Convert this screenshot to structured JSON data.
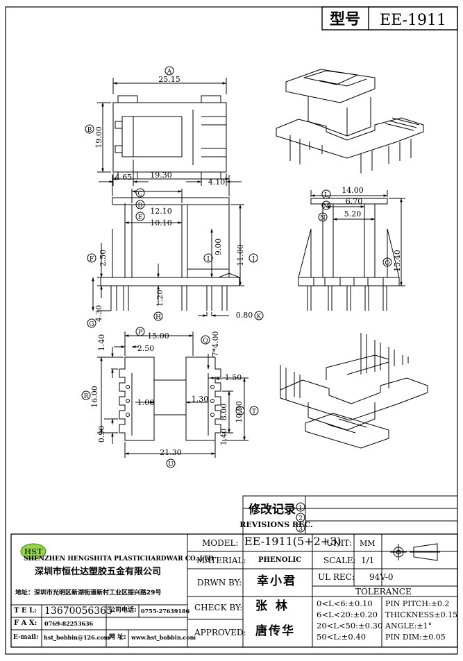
{
  "header": {
    "type_label": "型号",
    "model_code": "EE-1911"
  },
  "top_view": {
    "marker_a": "A",
    "dim_a": "25.15",
    "marker_b": "B",
    "dim_b": "19.00",
    "dim_left": "4.65",
    "dim_right": "4.10"
  },
  "front_view": {
    "marker_c": "C",
    "dim_c": "19.30",
    "marker_d": "D",
    "dim_d": "12.10",
    "marker_e": "E",
    "dim_e": "10.10",
    "marker_f": "F",
    "dim_f": "2.50",
    "marker_g": "G",
    "dim_g": "4.30",
    "marker_h": "H",
    "dim_h": "1.20",
    "marker_i": "I",
    "dim_i": "9.00",
    "marker_j": "J",
    "dim_j": "11.00",
    "marker_k": "K",
    "dim_k": "0.80"
  },
  "side_view": {
    "marker_l": "L",
    "dim_l": "14.00",
    "marker_m": "M",
    "dim_m": "6.70",
    "marker_n": "N",
    "dim_n": "5.20",
    "marker_o": "O",
    "dim_o": "15.40"
  },
  "bottom_view": {
    "marker_p": "P",
    "dim_p": "15.00",
    "marker_q": "Q",
    "dim_q": "7*4.00",
    "dim_140_top": "1.40",
    "dim_250": "2.50",
    "dim_150": "1.50",
    "marker_r": "R",
    "dim_r": "16.00",
    "dim_100": "1.00",
    "dim_130": "1.30",
    "marker_s": "S",
    "dim_s": "8.00",
    "marker_t": "T",
    "dim_t": "10.90",
    "dim_090": "0.90",
    "dim_140_bot": "1.40",
    "marker_u": "U",
    "dim_u": "21.30"
  },
  "revisions": {
    "title_cn": "修改记录",
    "title_en": "REVISIONS REC.",
    "r1": "1",
    "r2": "2",
    "r3": "3"
  },
  "company": {
    "logo": "HST",
    "name_en": "SHENZHEN HENGSHITA PLASTICHARDWAR CO.,LTD",
    "name_cn": "深圳市恒仕达塑胶五金有限公司",
    "address": "地址：深圳市光明区新湖街道新村工业区振兴路29号",
    "tel_label": "T E L:",
    "tel": "13670056365",
    "co_tel_label": "公司电话:",
    "co_tel": "0755-27639186",
    "fax_label": "F A X:",
    "fax": "0769-82253636",
    "email_label": "E-mail:",
    "email": "hst_bobbin@126.com",
    "web_label": "网 址:",
    "web": "www.hst_bobbin.com"
  },
  "fields": {
    "model_label": "MODEL:",
    "model_value": "EE-1911(5+2+3)",
    "material_label": "MATERIAL:",
    "material_value": "PHENOLIC",
    "drawn_label": "DRWN BY:",
    "drawn_value": "幸小君",
    "check_label": "CHECK BY:",
    "check_value": "张  林",
    "approved_label": "APPROVED:",
    "approved_value": "唐传华",
    "unit_label": "UNIT:",
    "unit_value": "MM",
    "scale_label": "SCALE:",
    "scale_value": "1/1",
    "ulrec_label": "UL REC:",
    "ulrec_value": "94V-0",
    "tolerance_label": "TOLERANCE",
    "tol1": "0<L<6:±0.10",
    "tol2": "6<L<20:±0.20",
    "tol3": "20<L<50:±0.30",
    "tol4": "50<L:±0.40",
    "tol5": "PIN PITCH:±0.2",
    "tol6": "THICKNESS±0.15",
    "tol7": "ANGLE:±1°",
    "tol8": "PIN DIM:±0.05"
  }
}
